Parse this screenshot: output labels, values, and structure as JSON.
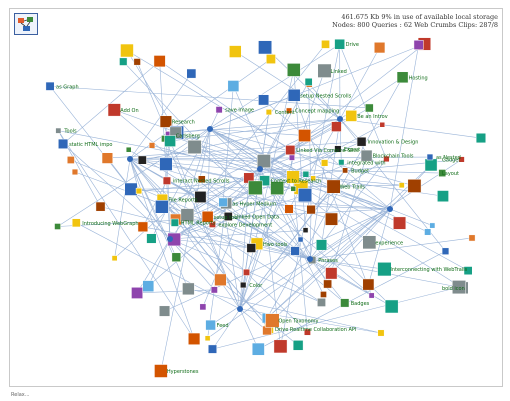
{
  "window": {
    "stats_line_1": "461.675 Kb 9% in use of available local storage",
    "stats_line_2": "Nodes: 800 Queries : 62 Web Crumbs Clips: 287/8",
    "footer": "Relax..."
  },
  "graph": {
    "node_labels": [
      "setup Nested Scrolls",
      "interact Nested Scrolls",
      "Web Trails",
      "explore Development",
      "Drive Realtime Collaboration API",
      "Add On",
      "static HTML impo",
      "integrated with",
      "experience",
      "Phrases",
      "Content",
      "Layout",
      "Export",
      "Feed",
      "Research",
      "Drive",
      "bold icon",
      "Hwo tools",
      "Linked",
      "Concept mapping",
      "Color",
      "Carlsberg",
      "Context to Research",
      "HTML Reports",
      "save image",
      "Badges",
      "Budget",
      "Be an Introv",
      "Linked Open Data",
      "Open Taxonomy",
      "Blockchain Tools",
      "Innovation & Design",
      "setup tool",
      "Interconnecting with WebTrails",
      "Introducing WebGraph",
      "Linked Via Combine Slice",
      "as Nested",
      "as Hyper Medium",
      "as Graph",
      "Hosting",
      "Hyperstones",
      "Gadget",
      "File Reports",
      "Tools"
    ]
  }
}
